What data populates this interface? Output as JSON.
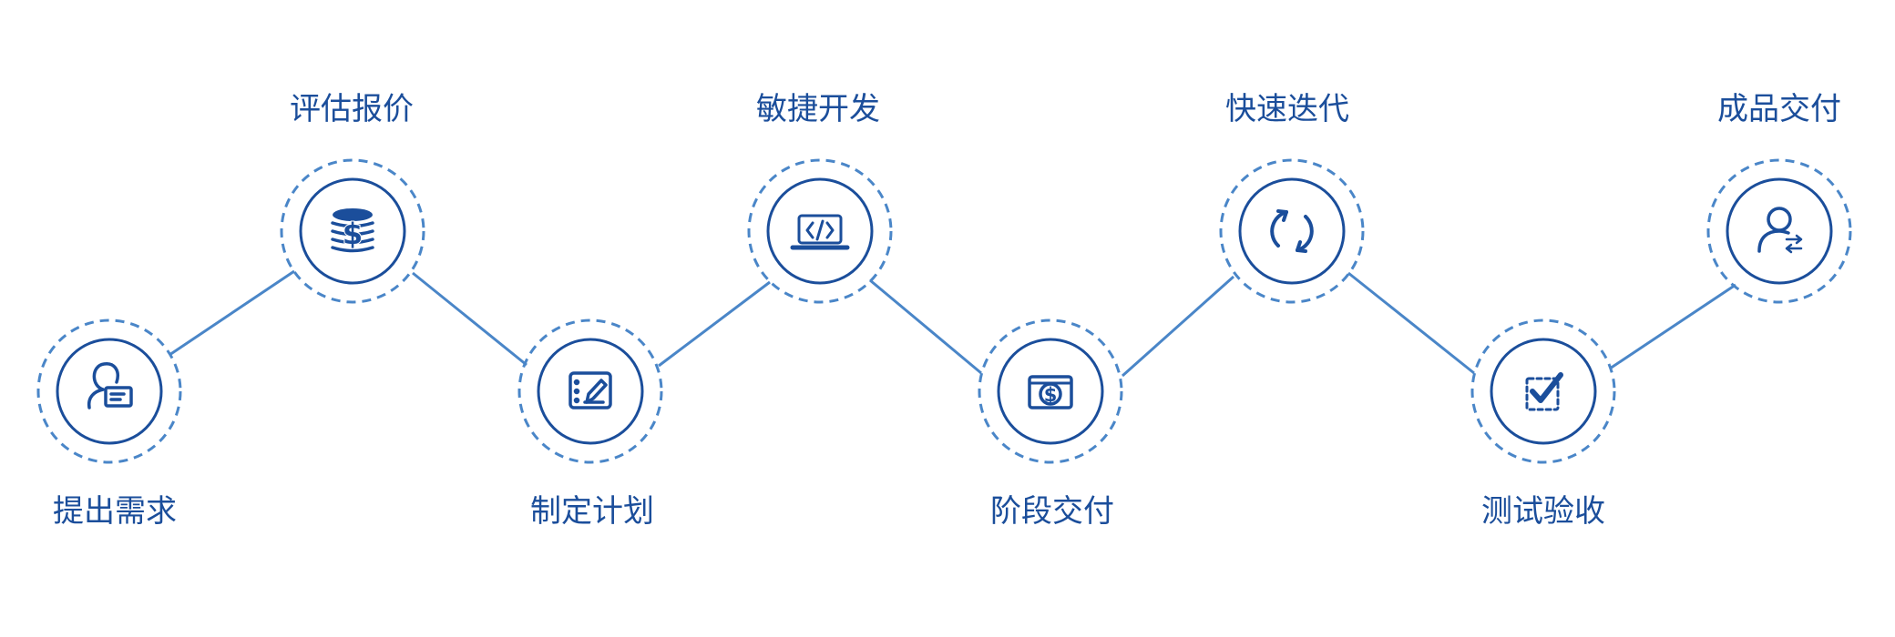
{
  "steps": [
    {
      "label": "提出需求",
      "icon": "user-document-icon"
    },
    {
      "label": "评估报价",
      "icon": "dollar-coins-icon"
    },
    {
      "label": "制定计划",
      "icon": "plan-edit-icon"
    },
    {
      "label": "敏捷开发",
      "icon": "laptop-code-icon"
    },
    {
      "label": "阶段交付",
      "icon": "cash-delivery-icon"
    },
    {
      "label": "快速迭代",
      "icon": "refresh-cycle-icon"
    },
    {
      "label": "测试验收",
      "icon": "check-box-icon"
    },
    {
      "label": "成品交付",
      "icon": "user-exchange-icon"
    }
  ],
  "colors": {
    "primary": "#1b4e9b",
    "connector": "#4a86c8",
    "dashed_ring": "#4a86c8"
  }
}
